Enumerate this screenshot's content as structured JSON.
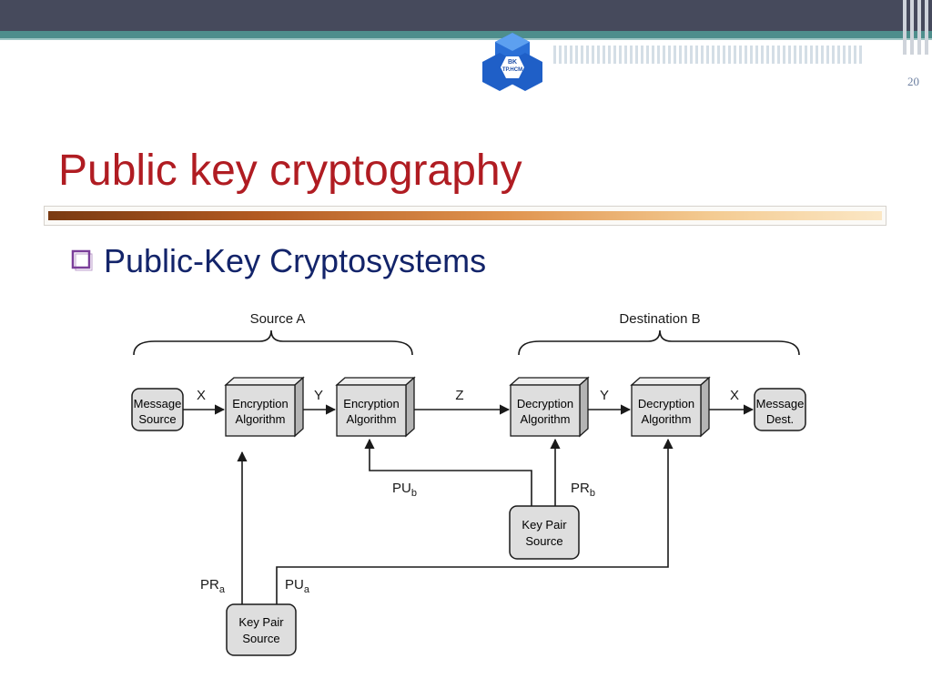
{
  "slide": {
    "page_number": "20",
    "title": "Public key cryptography",
    "subtitle": "Public-Key Cryptosystems",
    "logo_text_line1": "BK",
    "logo_text_line2": "TP.HCM"
  },
  "diagram": {
    "groups": {
      "source": "Source A",
      "destination": "Destination B"
    },
    "nodes": {
      "message_source": [
        "Message",
        "Source"
      ],
      "encryption_1": [
        "Encryption",
        "Algorithm"
      ],
      "encryption_2": [
        "Encryption",
        "Algorithm"
      ],
      "decryption_1": [
        "Decryption",
        "Algorithm"
      ],
      "decryption_2": [
        "Decryption",
        "Algorithm"
      ],
      "message_dest": [
        "Message",
        "Dest."
      ],
      "key_pair_b": [
        "Key Pair",
        "Source"
      ],
      "key_pair_a": [
        "Key Pair",
        "Source"
      ]
    },
    "edge_labels": {
      "x1": "X",
      "y1": "Y",
      "z": "Z",
      "y2": "Y",
      "x2": "X",
      "pub_main": "PU",
      "pub_sub": "b",
      "prb_main": "PR",
      "prb_sub": "b",
      "pra_main": "PR",
      "pra_sub": "a",
      "pua_main": "PU",
      "pua_sub": "a"
    }
  },
  "colors": {
    "title": "#b01c22",
    "subtitle": "#13246a",
    "box_fill": "#dedede",
    "box_top": "#efefef",
    "box_side": "#b4b4b4",
    "line": "#1a1a1a"
  }
}
